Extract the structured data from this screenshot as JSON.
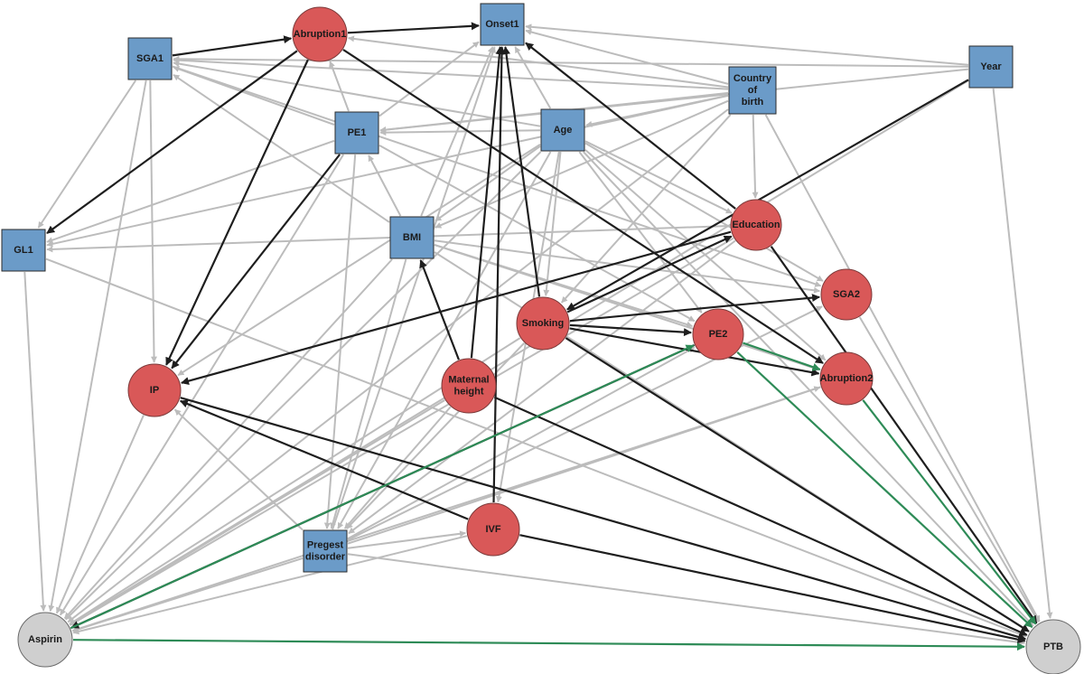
{
  "colors": {
    "exposure_box": "#6b9bc8",
    "mediator_circle": "#d95858",
    "endpoint_circle": "#cfcfcf",
    "edge_grey": "#bcbcbc",
    "edge_black": "#1e1e1e",
    "edge_green": "#2e8b57"
  },
  "nodes": [
    {
      "id": "abruption1",
      "lines": [
        "Abruption1"
      ],
      "kind": "circle"
    },
    {
      "id": "onset1",
      "lines": [
        "Onset1"
      ],
      "kind": "box"
    },
    {
      "id": "sga1",
      "lines": [
        "SGA1"
      ],
      "kind": "box"
    },
    {
      "id": "country",
      "lines": [
        "Country",
        "of",
        "birth"
      ],
      "kind": "box"
    },
    {
      "id": "year",
      "lines": [
        "Year"
      ],
      "kind": "box"
    },
    {
      "id": "pe1",
      "lines": [
        "PE1"
      ],
      "kind": "box"
    },
    {
      "id": "age",
      "lines": [
        "Age"
      ],
      "kind": "box"
    },
    {
      "id": "gl1",
      "lines": [
        "GL1"
      ],
      "kind": "box"
    },
    {
      "id": "bmi",
      "lines": [
        "BMI"
      ],
      "kind": "box"
    },
    {
      "id": "education",
      "lines": [
        "Education"
      ],
      "kind": "circle"
    },
    {
      "id": "sga2",
      "lines": [
        "SGA2"
      ],
      "kind": "circle"
    },
    {
      "id": "smoking",
      "lines": [
        "Smoking"
      ],
      "kind": "circle"
    },
    {
      "id": "pe2",
      "lines": [
        "PE2"
      ],
      "kind": "circle"
    },
    {
      "id": "abruption2",
      "lines": [
        "Abruption2"
      ],
      "kind": "circle"
    },
    {
      "id": "ip",
      "lines": [
        "IP"
      ],
      "kind": "circle"
    },
    {
      "id": "height",
      "lines": [
        "Maternal",
        "height"
      ],
      "kind": "circle"
    },
    {
      "id": "ivf",
      "lines": [
        "IVF"
      ],
      "kind": "circle"
    },
    {
      "id": "pregest",
      "lines": [
        "Pregest",
        "disorder"
      ],
      "kind": "box"
    },
    {
      "id": "aspirin",
      "lines": [
        "Aspirin"
      ],
      "kind": "grey"
    },
    {
      "id": "ptb",
      "lines": [
        "PTB"
      ],
      "kind": "grey"
    }
  ],
  "edges": [
    {
      "from": "sga1",
      "to": "abruption1",
      "style": "black"
    },
    {
      "from": "abruption1",
      "to": "onset1",
      "style": "black"
    },
    {
      "from": "abruption1",
      "to": "gl1",
      "style": "black"
    },
    {
      "from": "abruption1",
      "to": "ip",
      "style": "black"
    },
    {
      "from": "abruption1",
      "to": "abruption2",
      "style": "black"
    },
    {
      "from": "pe1",
      "to": "ip",
      "style": "black"
    },
    {
      "from": "education",
      "to": "onset1",
      "style": "black"
    },
    {
      "from": "education",
      "to": "ip",
      "style": "black"
    },
    {
      "from": "education",
      "to": "ptb",
      "style": "black"
    },
    {
      "from": "year",
      "to": "smoking",
      "style": "black"
    },
    {
      "from": "smoking",
      "to": "onset1",
      "style": "black"
    },
    {
      "from": "smoking",
      "to": "education",
      "style": "black"
    },
    {
      "from": "smoking",
      "to": "sga2",
      "style": "black"
    },
    {
      "from": "smoking",
      "to": "pe2",
      "style": "black"
    },
    {
      "from": "smoking",
      "to": "abruption2",
      "style": "black"
    },
    {
      "from": "smoking",
      "to": "ptb",
      "style": "black"
    },
    {
      "from": "height",
      "to": "bmi",
      "style": "black"
    },
    {
      "from": "height",
      "to": "onset1",
      "style": "black"
    },
    {
      "from": "height",
      "to": "ptb",
      "style": "black"
    },
    {
      "from": "ivf",
      "to": "onset1",
      "style": "black"
    },
    {
      "from": "ivf",
      "to": "ip",
      "style": "black"
    },
    {
      "from": "ivf",
      "to": "ptb",
      "style": "black"
    },
    {
      "from": "ip",
      "to": "ptb",
      "style": "black"
    },
    {
      "from": "pe2",
      "to": "aspirin",
      "style": "black"
    },
    {
      "from": "abruption2",
      "to": "ptb",
      "style": "green"
    },
    {
      "from": "pe2",
      "to": "ptb",
      "style": "green"
    },
    {
      "from": "pe2",
      "to": "abruption2",
      "style": "green"
    },
    {
      "from": "aspirin",
      "to": "ptb",
      "style": "green"
    },
    {
      "from": "aspirin",
      "to": "pe2",
      "style": "green"
    },
    {
      "from": "country",
      "to": "onset1",
      "style": "grey"
    },
    {
      "from": "country",
      "to": "sga1",
      "style": "grey"
    },
    {
      "from": "country",
      "to": "abruption1",
      "style": "grey"
    },
    {
      "from": "country",
      "to": "pe1",
      "style": "grey"
    },
    {
      "from": "country",
      "to": "age",
      "style": "grey"
    },
    {
      "from": "country",
      "to": "education",
      "style": "grey"
    },
    {
      "from": "country",
      "to": "bmi",
      "style": "grey"
    },
    {
      "from": "country",
      "to": "gl1",
      "style": "grey"
    },
    {
      "from": "country",
      "to": "smoking",
      "style": "grey"
    },
    {
      "from": "country",
      "to": "aspirin",
      "style": "grey"
    },
    {
      "from": "country",
      "to": "ptb",
      "style": "grey"
    },
    {
      "from": "year",
      "to": "onset1",
      "style": "grey"
    },
    {
      "from": "year",
      "to": "sga1",
      "style": "grey"
    },
    {
      "from": "year",
      "to": "pe1",
      "style": "grey"
    },
    {
      "from": "year",
      "to": "ptb",
      "style": "grey"
    },
    {
      "from": "year",
      "to": "aspirin",
      "style": "grey"
    },
    {
      "from": "sga1",
      "to": "gl1",
      "style": "grey"
    },
    {
      "from": "sga1",
      "to": "ip",
      "style": "grey"
    },
    {
      "from": "sga1",
      "to": "aspirin",
      "style": "grey"
    },
    {
      "from": "sga1",
      "to": "sga2",
      "style": "grey"
    },
    {
      "from": "pe1",
      "to": "sga1",
      "style": "grey"
    },
    {
      "from": "pe1",
      "to": "abruption1",
      "style": "grey"
    },
    {
      "from": "pe1",
      "to": "onset1",
      "style": "grey"
    },
    {
      "from": "pe1",
      "to": "gl1",
      "style": "grey"
    },
    {
      "from": "pe1",
      "to": "pe2",
      "style": "grey"
    },
    {
      "from": "pe1",
      "to": "aspirin",
      "style": "grey"
    },
    {
      "from": "pe1",
      "to": "pregest",
      "style": "grey"
    },
    {
      "from": "age",
      "to": "onset1",
      "style": "grey"
    },
    {
      "from": "age",
      "to": "sga1",
      "style": "grey"
    },
    {
      "from": "age",
      "to": "pe1",
      "style": "grey"
    },
    {
      "from": "age",
      "to": "education",
      "style": "grey"
    },
    {
      "from": "age",
      "to": "sga2",
      "style": "grey"
    },
    {
      "from": "age",
      "to": "pe2",
      "style": "grey"
    },
    {
      "from": "age",
      "to": "abruption2",
      "style": "grey"
    },
    {
      "from": "age",
      "to": "bmi",
      "style": "grey"
    },
    {
      "from": "age",
      "to": "ip",
      "style": "grey"
    },
    {
      "from": "age",
      "to": "ivf",
      "style": "grey"
    },
    {
      "from": "age",
      "to": "pregest",
      "style": "grey"
    },
    {
      "from": "age",
      "to": "smoking",
      "style": "grey"
    },
    {
      "from": "age",
      "to": "aspirin",
      "style": "grey"
    },
    {
      "from": "age",
      "to": "ptb",
      "style": "grey"
    },
    {
      "from": "bmi",
      "to": "onset1",
      "style": "grey"
    },
    {
      "from": "bmi",
      "to": "sga1",
      "style": "grey"
    },
    {
      "from": "bmi",
      "to": "pe1",
      "style": "grey"
    },
    {
      "from": "bmi",
      "to": "sga2",
      "style": "grey"
    },
    {
      "from": "bmi",
      "to": "pe2",
      "style": "grey"
    },
    {
      "from": "bmi",
      "to": "abruption2",
      "style": "grey"
    },
    {
      "from": "bmi",
      "to": "pregest",
      "style": "grey"
    },
    {
      "from": "bmi",
      "to": "aspirin",
      "style": "grey"
    },
    {
      "from": "bmi",
      "to": "ptb",
      "style": "grey"
    },
    {
      "from": "gl1",
      "to": "aspirin",
      "style": "grey"
    },
    {
      "from": "gl1",
      "to": "ptb",
      "style": "grey"
    },
    {
      "from": "education",
      "to": "gl1",
      "style": "grey"
    },
    {
      "from": "education",
      "to": "aspirin",
      "style": "grey"
    },
    {
      "from": "education",
      "to": "pregest",
      "style": "grey"
    },
    {
      "from": "smoking",
      "to": "aspirin",
      "style": "grey"
    },
    {
      "from": "smoking",
      "to": "pregest",
      "style": "grey"
    },
    {
      "from": "height",
      "to": "aspirin",
      "style": "grey"
    },
    {
      "from": "height",
      "to": "pregest",
      "style": "grey"
    },
    {
      "from": "ip",
      "to": "aspirin",
      "style": "grey"
    },
    {
      "from": "ivf",
      "to": "aspirin",
      "style": "grey"
    },
    {
      "from": "pregest",
      "to": "ip",
      "style": "grey"
    },
    {
      "from": "pregest",
      "to": "onset1",
      "style": "grey"
    },
    {
      "from": "pregest",
      "to": "ivf",
      "style": "grey"
    },
    {
      "from": "pregest",
      "to": "aspirin",
      "style": "grey"
    },
    {
      "from": "pregest",
      "to": "ptb",
      "style": "grey"
    },
    {
      "from": "pregest",
      "to": "sga2",
      "style": "grey"
    },
    {
      "from": "pregest",
      "to": "abruption2",
      "style": "grey"
    },
    {
      "from": "pregest",
      "to": "pe2",
      "style": "grey"
    },
    {
      "from": "sga2",
      "to": "ptb",
      "style": "grey"
    },
    {
      "from": "abruption2",
      "to": "aspirin",
      "style": "grey"
    }
  ]
}
